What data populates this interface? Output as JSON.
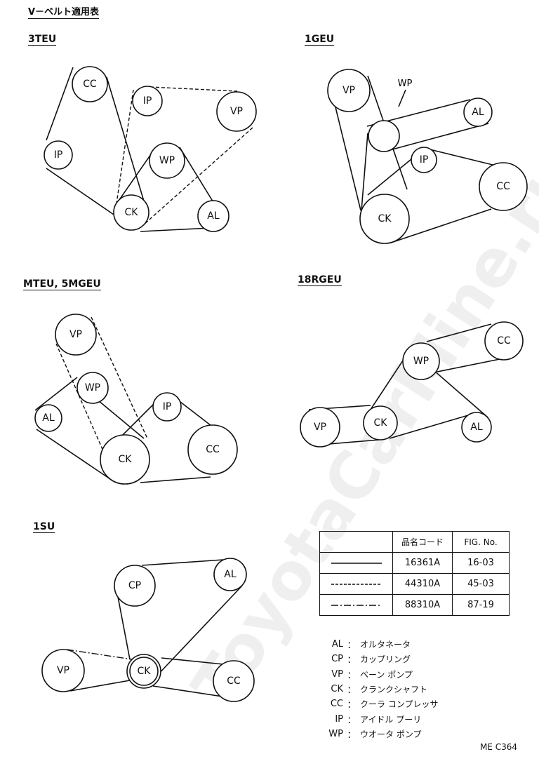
{
  "title": "V－ベルト適用表",
  "diagrams": {
    "d3teu": "3TEU",
    "d1geu": "1GEU",
    "dmteu": "MTEU, 5MGEU",
    "d18rgeu": "18RGEU",
    "d1su": "1SU"
  },
  "pulleys": {
    "cc": "CC",
    "ip": "IP",
    "vp": "VP",
    "wp": "WP",
    "ck": "CK",
    "al": "AL",
    "cp": "CP"
  },
  "extra_label_wp": "WP",
  "legend": {
    "headers": [
      "",
      "品名コード",
      "FIG. No."
    ],
    "rows": [
      {
        "style": "solid",
        "code": "16361A",
        "fig": "16-03"
      },
      {
        "style": "dashed",
        "code": "44310A",
        "fig": "45-03"
      },
      {
        "style": "dash-dot",
        "code": "88310A",
        "fig": "87-19"
      }
    ]
  },
  "abbreviations": [
    {
      "code": "AL",
      "name": "オルタネータ"
    },
    {
      "code": "CP",
      "name": "カップリング"
    },
    {
      "code": "VP",
      "name": "ベーン ポンプ"
    },
    {
      "code": "CK",
      "name": "クランクシャフト"
    },
    {
      "code": "CC",
      "name": "クーラ コンプレッサ"
    },
    {
      "code": "IP",
      "name": "アイドル プーリ"
    },
    {
      "code": "WP",
      "name": "ウオータ ポンプ"
    }
  ],
  "colon": "：",
  "doc_code": "ME  C364",
  "watermark": "ToyotaCarMine.ru"
}
